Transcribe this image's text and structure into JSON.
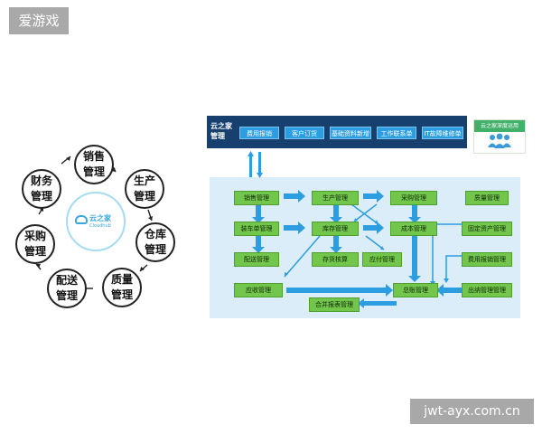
{
  "site_tag": "爱游戏",
  "site_url": "jwt-ayx.com.cn",
  "cycle": {
    "center_title": "云之家",
    "center_sub": "Cloudhub",
    "nodes": [
      {
        "l1": "销售",
        "l2": "管理"
      },
      {
        "l1": "生产",
        "l2": "管理"
      },
      {
        "l1": "仓库",
        "l2": "管理"
      },
      {
        "l1": "质量",
        "l2": "管理"
      },
      {
        "l1": "配送",
        "l2": "管理"
      },
      {
        "l1": "采购",
        "l2": "管理"
      },
      {
        "l1": "财务",
        "l2": "管理"
      }
    ]
  },
  "flow": {
    "header_title": "云之家管理",
    "header_items": [
      "费用报销",
      "客户订货",
      "基础资料新增",
      "工作联系单",
      "IT故障维修单"
    ],
    "cloud_label": "云之家深度运用",
    "boxes": [
      "销售管理",
      "生产管理",
      "采购管理",
      "质量管理",
      "装车单管理",
      "库存管理",
      "成本管理",
      "固定资产管理",
      "配送管理",
      "存货核算",
      "应付管理",
      "费用报销管理",
      "应收管理",
      "总账管理",
      "出纳管理管理",
      "合并报表管理"
    ]
  },
  "colors": {
    "header": "#17406f",
    "header_item": "#2b9de0",
    "box": "#72c64c",
    "arrow": "#2b9de0",
    "panel": "#dcedfa"
  }
}
